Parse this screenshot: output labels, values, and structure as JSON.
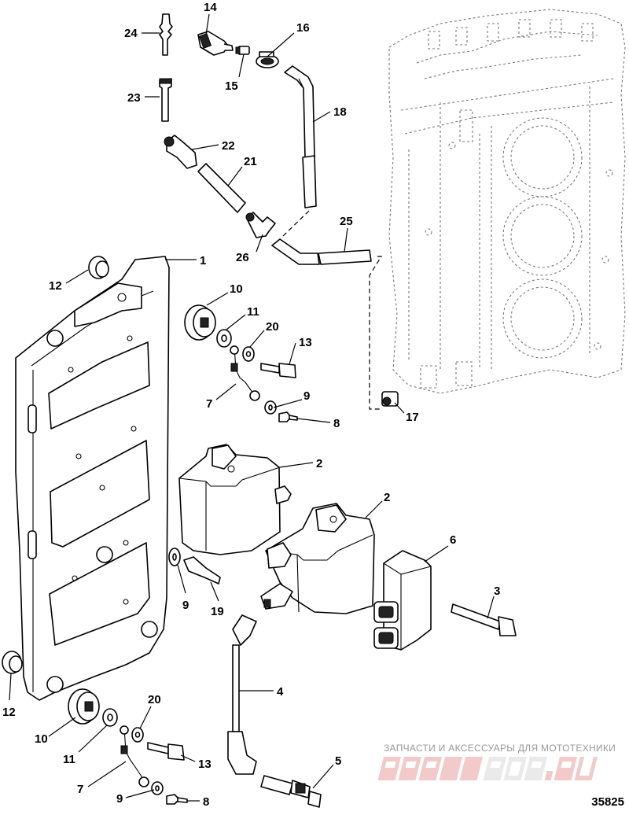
{
  "figure_number": "35825",
  "watermark": {
    "caption": "ЗАПЧАСТИ И АКСЕССУАРЫ ДЛЯ МОТОТЕХНИКИ",
    "logo": "PARTSFOR.RU"
  },
  "callouts": [
    {
      "id": "c24",
      "text": "24"
    },
    {
      "id": "c14",
      "text": "14"
    },
    {
      "id": "c16",
      "text": "16"
    },
    {
      "id": "c15",
      "text": "15"
    },
    {
      "id": "c23",
      "text": "23"
    },
    {
      "id": "c18",
      "text": "18"
    },
    {
      "id": "c22",
      "text": "22"
    },
    {
      "id": "c21",
      "text": "21"
    },
    {
      "id": "c25",
      "text": "25"
    },
    {
      "id": "c26",
      "text": "26"
    },
    {
      "id": "c1",
      "text": "1"
    },
    {
      "id": "c12a",
      "text": "12"
    },
    {
      "id": "c10a",
      "text": "10"
    },
    {
      "id": "c11a",
      "text": "11"
    },
    {
      "id": "c20a",
      "text": "20"
    },
    {
      "id": "c13a",
      "text": "13"
    },
    {
      "id": "c7a",
      "text": "7"
    },
    {
      "id": "c9a",
      "text": "9"
    },
    {
      "id": "c8a",
      "text": "8"
    },
    {
      "id": "c17",
      "text": "17"
    },
    {
      "id": "c2a",
      "text": "2"
    },
    {
      "id": "c2b",
      "text": "2"
    },
    {
      "id": "c6",
      "text": "6"
    },
    {
      "id": "c3",
      "text": "3"
    },
    {
      "id": "c9b",
      "text": "9"
    },
    {
      "id": "c19",
      "text": "19"
    },
    {
      "id": "c4",
      "text": "4"
    },
    {
      "id": "c12b",
      "text": "12"
    },
    {
      "id": "c10b",
      "text": "10"
    },
    {
      "id": "c11b",
      "text": "11"
    },
    {
      "id": "c20b",
      "text": "20"
    },
    {
      "id": "c13b",
      "text": "13"
    },
    {
      "id": "c7b",
      "text": "7"
    },
    {
      "id": "c9c",
      "text": "9"
    },
    {
      "id": "c8b",
      "text": "8"
    },
    {
      "id": "c5",
      "text": "5"
    }
  ]
}
